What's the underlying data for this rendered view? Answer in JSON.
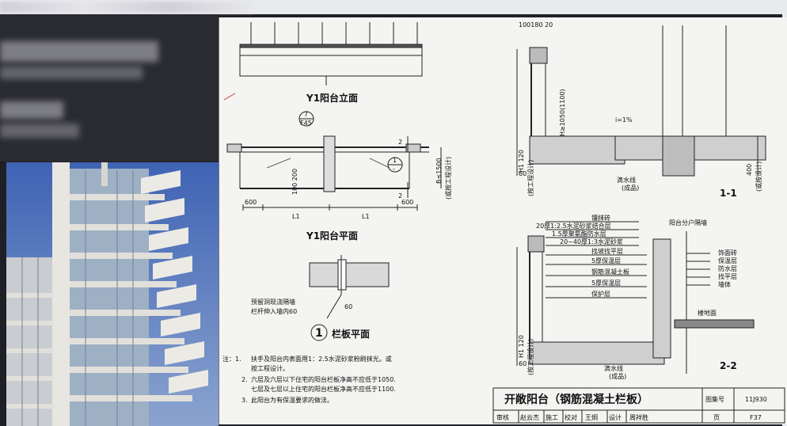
{
  "drawing": {
    "elev_title": "Y1阳台立面",
    "plan_title": "Y1阳台平面",
    "detail_title": "栏板平面",
    "detail_number": "1",
    "callout_top": "7",
    "callout_bottom": "F45",
    "callout2_top": "1",
    "callout2_bottom": "-",
    "dim_600_left": "600",
    "dim_600_right": "600",
    "dim_L1_left": "L1",
    "dim_L1_right": "L1",
    "dim_100_200": "100 200",
    "dim_B": "B≤1500",
    "dim_B_note": "(或按工程设计)",
    "section_label_2_top": "2",
    "section_label_2_bottom": "2",
    "detail_note_1": "预留洞现浇隔墙",
    "detail_note_2": "栏杆伸入墙内60",
    "detail_dim_60": "60",
    "dim_top": "100180 20",
    "dim_H": "H≥1050(1100)",
    "dim_H1": "H1 120",
    "dim_H1_note": "(按工程设计)",
    "slope": "i=1%",
    "dim_400": "400",
    "dim_400_note": "(或按设计)",
    "dim_60": "60",
    "drip_label": "滴水线",
    "drip_note": "(成品)",
    "sec11": "1-1",
    "layers": [
      "镶抹砖",
      "20厚1:2.5水泥砂浆结合层",
      "1.5厚聚氨酯防水层",
      "20~40厚1:3水泥砂浆",
      "找坡找平层",
      "5厚保温层",
      "钢筋混凝土板",
      "5厚保温层",
      "保护层"
    ],
    "partition": "阳台分户隔墙",
    "right_labels": [
      "饰面砖",
      "保温层",
      "防水层",
      "找平层",
      "墙体"
    ],
    "floor_label": "楼地面",
    "sec22": "2-2",
    "sec22_H1": "H1 120",
    "sec22_H1_note": "(按工程设计)",
    "sec22_60": "60",
    "sec22_drip": "滴水线",
    "sec22_drip_note": "(成品)",
    "notes": {
      "head": "注：1.",
      "l1": "扶手及阳台内表面用1：2.5水泥砂浆粉刷抹光。或",
      "l1b": "按工程设计。",
      "l2a": "2.",
      "l2": "六层及六层以下住宅的阳台栏板净高不应低于1050.",
      "l2b": "七层及七层以上住宅的阳台栏板净高不应低于1100.",
      "l3a": "3.",
      "l3": "此阳台为有保温要求的做法。"
    },
    "title_block": {
      "title": "开敞阳台（钢筋混凝土栏板）",
      "set_label": "图集号",
      "set_value": "11J930",
      "page_label": "页",
      "page_value": "F37",
      "row": [
        "审核",
        "赵云杰",
        "施工",
        "校对",
        "王炯",
        "设计",
        "周祥胜"
      ]
    }
  }
}
